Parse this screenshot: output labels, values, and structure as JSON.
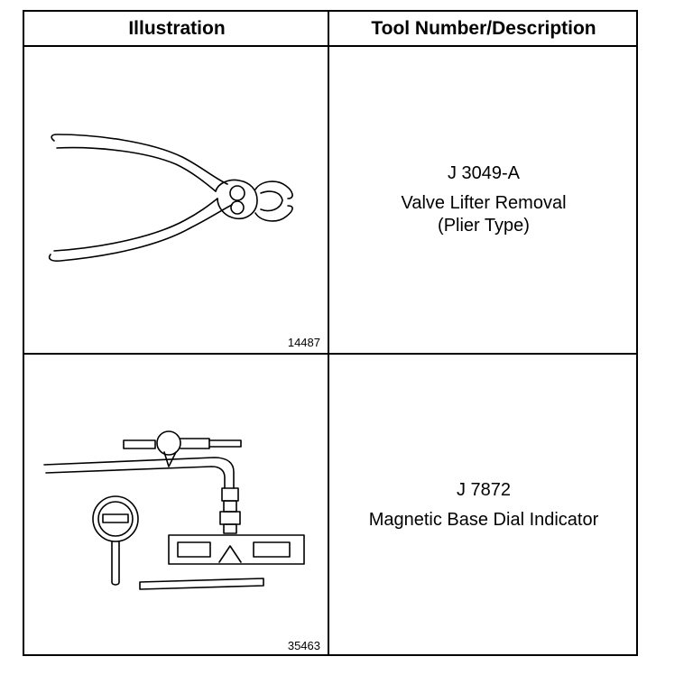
{
  "table": {
    "headers": {
      "illustration": "Illustration",
      "tool": "Tool Number/Description"
    },
    "rows": [
      {
        "figure_number": "14487",
        "tool_number": "J 3049-A",
        "description_line1": "Valve Lifter Removal",
        "description_line2": "(Plier Type)",
        "illustration_icon": "plier-icon"
      },
      {
        "figure_number": "35463",
        "tool_number": "J 7872",
        "description_line1": "Magnetic Base Dial Indicator",
        "description_line2": "",
        "illustration_icon": "dial-indicator-icon"
      }
    ]
  }
}
